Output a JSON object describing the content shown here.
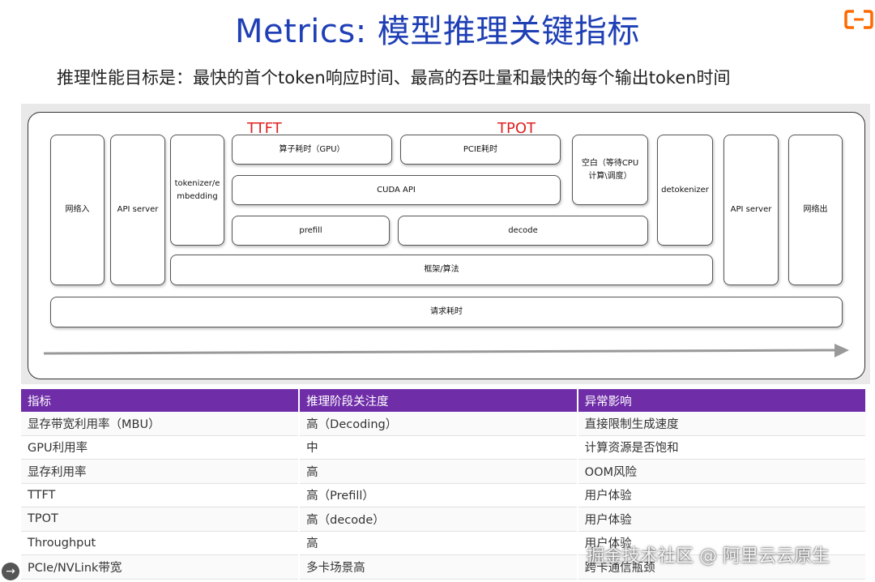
{
  "title": "Metrics: 模型推理关键指标",
  "subtitle": "推理性能目标是：最快的首个token响应时间、最高的吞吐量和最快的每个输出token时间",
  "logo": {
    "icon": "aliyun-logo-icon",
    "color": "#ff6a00"
  },
  "diagram": {
    "ttft_label": "TTFT",
    "tpot_label": "TPOT",
    "network_in": "网络入",
    "api_server_in": "API server",
    "tokenizer_line1": "tokenizer/e",
    "tokenizer_line2": "mbedding",
    "gpu_time": "算子耗时（GPU）",
    "pcie_time": "PCIE耗时",
    "idle_line1": "空白（等待CPU",
    "idle_line2": "计算\\调度）",
    "cuda_api": "CUDA API",
    "prefill": "prefill",
    "decode": "decode",
    "detokenizer": "detokenizer",
    "api_server_out": "API server",
    "network_out": "网络出",
    "framework": "框架/算法",
    "request_time": "请求耗时",
    "timeline_arrow": "arrow-right-icon"
  },
  "table": {
    "headers": [
      "指标",
      "推理阶段关注度",
      "异常影响"
    ],
    "rows": [
      [
        "显存带宽利用率（MBU）",
        "高（Decoding）",
        "直接限制生成速度"
      ],
      [
        "GPU利用率",
        "中",
        "计算资源是否饱和"
      ],
      [
        "显存利用率",
        "高",
        "OOM风险"
      ],
      [
        "TTFT",
        "高（Prefill）",
        "用户体验"
      ],
      [
        "TPOT",
        "高（decode）",
        "用户体验"
      ],
      [
        "Throughput",
        "高",
        "用户体验"
      ],
      [
        "PCIe/NVLink带宽",
        "多卡场景高",
        "跨卡通信瓶颈"
      ]
    ],
    "header_color": "#6f2da8"
  },
  "watermark": "掘金技术社区 @ 阿里云云原生",
  "nav_icon": "arrow-right-circle-icon"
}
